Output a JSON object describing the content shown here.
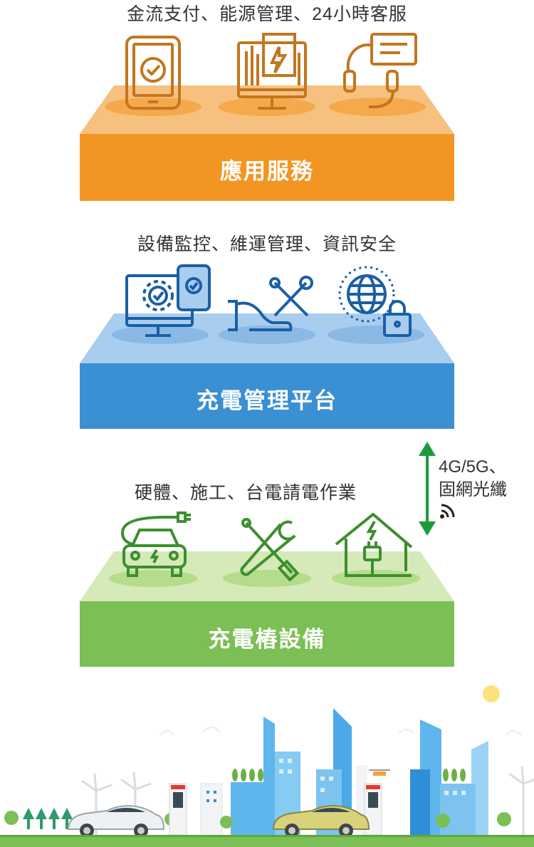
{
  "layers": [
    {
      "caption": "金流支付、能源管理、24小時客服",
      "title": "應用服務",
      "color": "#f39523",
      "top_color": "#f6c07e",
      "icon_color": "#c2761f",
      "icons": [
        "tablet-check-icon",
        "monitor-energy-icon",
        "headset-chat-icon"
      ]
    },
    {
      "caption": "設備監控、維運管理、資訊安全",
      "title": "充電管理平台",
      "color": "#3b8fd3",
      "top_color": "#a9cdee",
      "icon_color": "#1a5fa5",
      "icons": [
        "monitor-gear-icon",
        "hand-tools-icon",
        "globe-lock-icon"
      ]
    },
    {
      "caption": "硬體、施工、台電請電作業",
      "title": "充電樁設備",
      "color": "#7bbf55",
      "top_color": "#d6e9b8",
      "icon_color": "#3d8f2e",
      "icons": [
        "ev-car-plug-icon",
        "wrench-screwdriver-icon",
        "house-plug-icon"
      ]
    }
  ],
  "network": {
    "line1": "4G/5G、",
    "line2": "固網光纖",
    "arrow_color": "#1e9a3c",
    "icon": "wifi-signal-icon"
  }
}
